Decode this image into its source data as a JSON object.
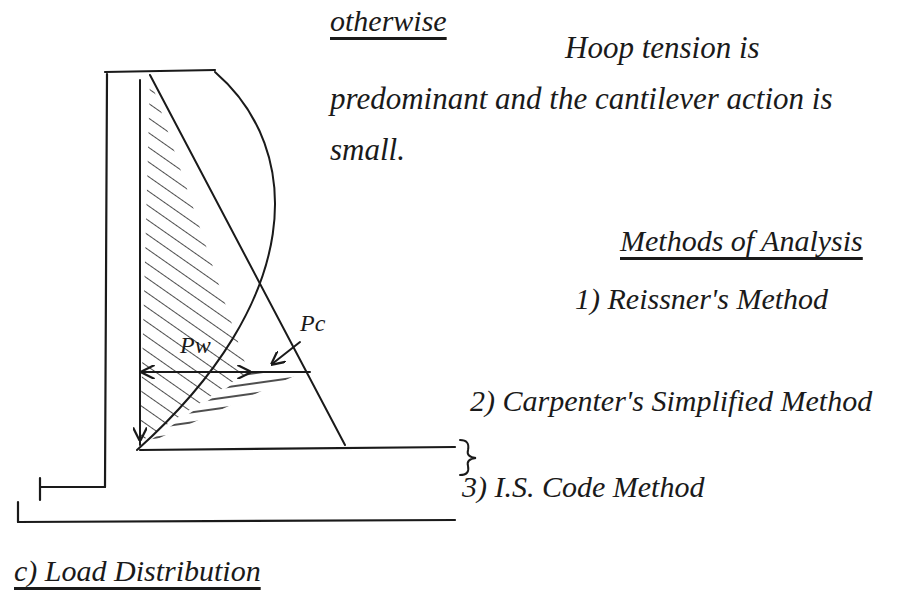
{
  "diagram": {
    "labels": [
      "otherwise",
      "Hoop tension is predominant and the cantilever action is small.",
      "Methods of Analysis",
      "1) Reissner's Method",
      "2) Carpenter's Simplified Method",
      "3) I.S. Code Method",
      "c) Load Distribution",
      "Pw",
      "Pc"
    ]
  }
}
